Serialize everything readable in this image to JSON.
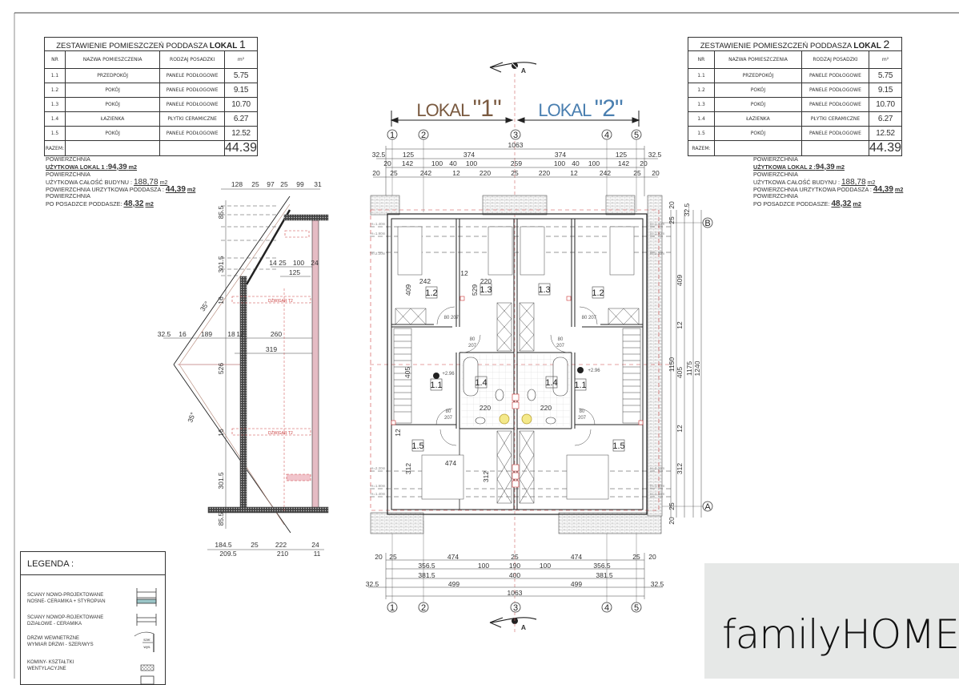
{
  "tables": [
    {
      "title": "ZESTAWIENIE POMIESZCZEŃ PODDASZA",
      "title_bold": "LOKAL",
      "title_num": "1",
      "headers": [
        "NR",
        "NAZWA POMIESZCZENIA",
        "RODZAJ POSADZKI",
        "m²"
      ],
      "rows": [
        [
          "1.1",
          "PRZEDPOKÓJ",
          "PANELE PODŁOGOWE",
          "5.75"
        ],
        [
          "1.2",
          "POKÓJ",
          "PANELE PODŁOGOWE",
          "9.15"
        ],
        [
          "1.3",
          "POKÓJ",
          "PANELE PODŁOGOWE",
          "10.70"
        ],
        [
          "1.4",
          "ŁAZIENKA",
          "PŁYTKI CERAMICZNE",
          "6.27"
        ],
        [
          "1.5",
          "POKÓJ",
          "PANELE PODŁOGOWE",
          "12.52"
        ]
      ],
      "total_label": "RAZEM:",
      "total": "44.39"
    },
    {
      "title": "ZESTAWIENIE POMIESZCZEŃ PODDASZA",
      "title_bold": "LOKAL",
      "title_num": "2",
      "headers": [
        "NR",
        "NAZWA POMIESZCZENIA",
        "RODZAJ POSADZKI",
        "m²"
      ],
      "rows": [
        [
          "1.1",
          "PRZEDPOKÓJ",
          "PANELE PODŁOGOWE",
          "5.75"
        ],
        [
          "1.2",
          "POKÓJ",
          "PANELE PODŁOGOWE",
          "9.15"
        ],
        [
          "1.3",
          "POKÓJ",
          "PANELE PODŁOGOWE",
          "10.70"
        ],
        [
          "1.4",
          "ŁAZIENKA",
          "PŁYTKI CERAMICZNE",
          "6.27"
        ],
        [
          "1.5",
          "POKÓJ",
          "PANELE PODŁOGOWE",
          "12.52"
        ]
      ],
      "total_label": "RAZEM:",
      "total": "44.39"
    }
  ],
  "summaries": [
    {
      "l1": "POWIERZCHNIA",
      "l2": "UŻYTKOWA LOKAL 1 :",
      "l2_value": "94,39",
      "unit": "m2",
      "l3": "POWIERZCHNIA",
      "l4": "UŻYTKOWA CAŁOŚĆ BUDYNU :",
      "l4_value": "188,78",
      "l5": "POWIERZCHNIA URZYTKOWA PODDASZA :",
      "l5_value": "44,39",
      "l6": "POWIERZCHNIA",
      "l7": "PO POSADZCE  PODDASZE:",
      "l7_value": "48,32"
    },
    {
      "l1": "POWIERZCHNIA",
      "l2": "UŻYTKOWA LOKAL 2 :",
      "l2_value": "94,39",
      "unit": "m2",
      "l3": "POWIERZCHNIA",
      "l4": "UŻYTKOWA CAŁOŚĆ BUDYNU :",
      "l4_value": "188,78",
      "l5": "POWIERZCHNIA URZYTKOWA PODDASZA :",
      "l5_value": "44,39",
      "l6": "POWIERZCHNIA",
      "l7": "PO POSADZCE  PODDASZE:",
      "l7_value": "48,32"
    }
  ],
  "plan": {
    "lokal1": {
      "word": "LOKAL",
      "num": "\"1\"",
      "color": "#7a5a40"
    },
    "lokal2": {
      "word": "LOKAL",
      "num": "\"2\"",
      "color": "#4a7fb0"
    },
    "section_mark": "A",
    "axes_x": [
      "1",
      "2",
      "3",
      "4",
      "5"
    ],
    "axes_y": [
      "B",
      "A"
    ],
    "rooms": [
      "1.2",
      "1.3",
      "1.3",
      "1.2",
      "1.1",
      "1.4",
      "1.4",
      "1.1",
      "1.5",
      "1.5"
    ],
    "level": "+2.96",
    "door_w": "80",
    "door_h": "207",
    "h_labels": [
      "H=1.40m",
      "H=1.90m",
      "H=2.20m"
    ],
    "top_dims": {
      "overall": "1063",
      "row1": [
        "32.5",
        "125",
        "374",
        "374",
        "125",
        "32.5"
      ],
      "row2": [
        "20",
        "142",
        "100",
        "40",
        "100",
        "259",
        "100",
        "40",
        "100",
        "142",
        "20"
      ],
      "row3": [
        "20",
        "25",
        "242",
        "12",
        "220",
        "25",
        "220",
        "12",
        "242",
        "25",
        "20"
      ]
    },
    "bottom_dims": {
      "row1": [
        "20",
        "25",
        "474",
        "25",
        "474",
        "25",
        "20"
      ],
      "row2": [
        "356.5",
        "100",
        "190",
        "100",
        "356.5"
      ],
      "row3": [
        "381.5",
        "400",
        "381.5"
      ],
      "row4": [
        "32.5",
        "499",
        "499",
        "32.5"
      ],
      "overall": "1063"
    },
    "right_dims": [
      "32.5",
      "20",
      "25",
      "409",
      "12",
      "405",
      "12",
      "312",
      "25",
      "20",
      "1150",
      "1175",
      "1240"
    ],
    "inner_dims": [
      "242",
      "12",
      "220",
      "409",
      "529",
      "220",
      "220",
      "474",
      "312",
      "312",
      "405",
      "12"
    ]
  },
  "section": {
    "top_dims": [
      "128",
      "25",
      "97",
      "25",
      "99",
      "31"
    ],
    "mid_dims": [
      "14",
      "25",
      "100",
      "24",
      "125"
    ],
    "horiz_dims": [
      "32.5",
      "16",
      "189",
      "18",
      "12",
      "260",
      "319"
    ],
    "left_dims": [
      "85.5",
      "301.5",
      "16",
      "526",
      "16",
      "301.5",
      "85.5"
    ],
    "bottom_dims": [
      "184.5",
      "25",
      "222",
      "24",
      "209.5",
      "210",
      "11"
    ],
    "angle": "35°",
    "beam_labels": [
      "DŹWIGAR T2",
      "DŹWIGAR T2"
    ]
  },
  "legend": {
    "title": "LEGENDA :",
    "items": [
      {
        "l1": "SCIANY NOWO-PROJEKTOWANE",
        "l2": "NOSNE- CERAMIKA + STYROPIAN"
      },
      {
        "l1": "SCIANY NOWOP-ROJEKTOWANE",
        "l2": "DZIAŁOWE - CERAMIKA"
      },
      {
        "l1": "DRZWI WEWNETRZNE",
        "l2": "WYMIAR DRZWI - SZER/WYS",
        "sym1": "szer.",
        "sym2": "wys."
      },
      {
        "l1": "KOMINY- KSZTAŁTKI",
        "l2": "WENTYLACYJNE"
      }
    ]
  },
  "logo": {
    "text_light": "family",
    "text_bold": "HOME"
  }
}
